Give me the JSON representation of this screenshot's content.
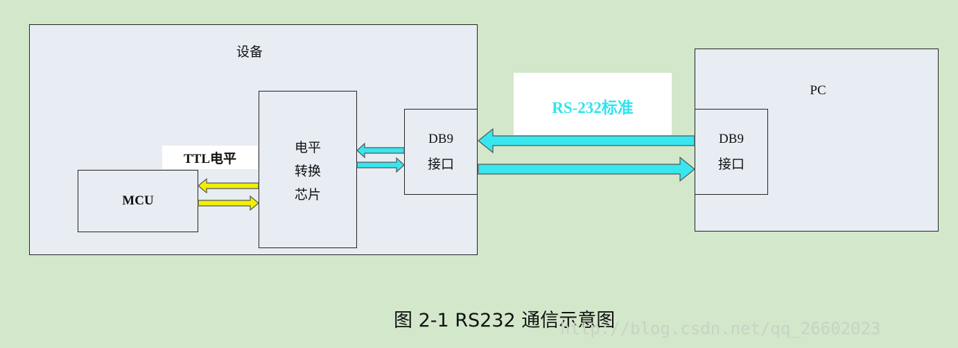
{
  "device": {
    "title": "设备"
  },
  "mcu": {
    "label": "MCU"
  },
  "ttl": {
    "label": "TTL电平"
  },
  "converter": {
    "line1": "电平",
    "line2": "转换",
    "line3": "芯片"
  },
  "device_db9": {
    "line1": "DB9",
    "line2": "接口"
  },
  "pc": {
    "title": "PC"
  },
  "pc_db9": {
    "line1": "DB9",
    "line2": "接口"
  },
  "rs232": {
    "label": "RS-232标准",
    "color": "#30e4ee"
  },
  "caption": "图 2-1 RS232 通信示意图",
  "watermark": "http://blog.csdn.net/qq_26602023",
  "colors": {
    "yellow_arrow": "#f0f000",
    "cyan_arrow": "#38e6ee",
    "box_fill": "#e8ecf3",
    "background": "#d3e7cb"
  }
}
